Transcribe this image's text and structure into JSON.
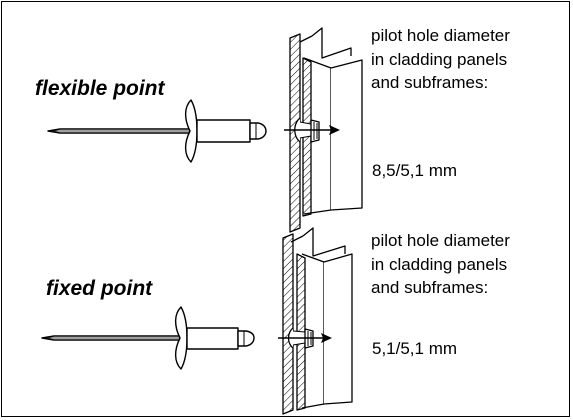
{
  "diagram": {
    "panels": [
      {
        "label": "flexible point",
        "spec_lines": [
          "pilot hole diameter",
          "in cladding panels",
          "and subframes:"
        ],
        "value": "8,5/5,1 mm"
      },
      {
        "label": "fixed point",
        "spec_lines": [
          "pilot hole diameter",
          "in cladding panels",
          "and subframes:"
        ],
        "value": "5,1/5,1 mm"
      }
    ]
  }
}
